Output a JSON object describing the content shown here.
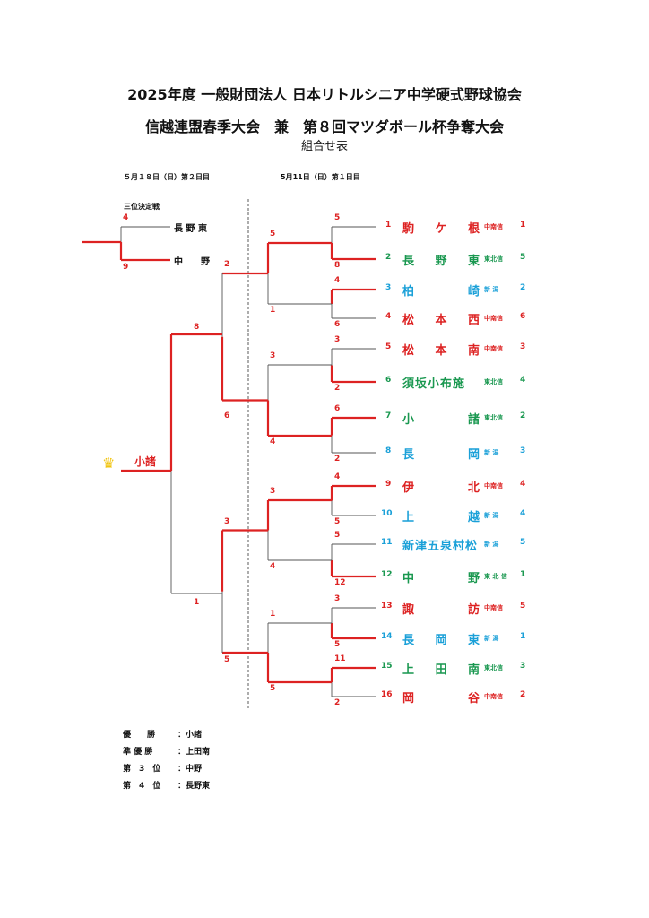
{
  "header": {
    "line1": "2025年度 一般財団法人 日本リトルシニア中学硬式野球協会",
    "line2": "信越連盟春季大会　兼　第８回マツダボール杯争奪大会",
    "subtitle": "組合せ表"
  },
  "days": {
    "day2": "５月１８日（日）第２日目",
    "day1": "5月11日（日）第１日目"
  },
  "third_place": {
    "label": "三位決定戦",
    "team_a": "長 野 東",
    "team_b": "中　　野",
    "score_a": "4",
    "score_b": "9"
  },
  "teams": [
    {
      "no": "1",
      "name": [
        "駒",
        "ケ",
        "根"
      ],
      "league": "中南信",
      "rank": "1",
      "color": "red"
    },
    {
      "no": "2",
      "name": [
        "長",
        "野",
        "東"
      ],
      "league": "東北信",
      "rank": "5",
      "color": "green"
    },
    {
      "no": "3",
      "name": [
        "柏",
        "",
        "崎"
      ],
      "league": "新 潟",
      "rank": "2",
      "color": "blue"
    },
    {
      "no": "4",
      "name": [
        "松",
        "本",
        "西"
      ],
      "league": "中南信",
      "rank": "6",
      "color": "red"
    },
    {
      "no": "5",
      "name": [
        "松",
        "本",
        "南"
      ],
      "league": "中南信",
      "rank": "3",
      "color": "red"
    },
    {
      "no": "6",
      "name": [
        "須坂小布施"
      ],
      "league": "東北信",
      "rank": "4",
      "color": "green"
    },
    {
      "no": "7",
      "name": [
        "小",
        "",
        "諸"
      ],
      "league": "東北信",
      "rank": "2",
      "color": "green"
    },
    {
      "no": "8",
      "name": [
        "長",
        "",
        "岡"
      ],
      "league": "新 潟",
      "rank": "3",
      "color": "blue"
    },
    {
      "no": "9",
      "name": [
        "伊",
        "",
        "北"
      ],
      "league": "中南信",
      "rank": "4",
      "color": "red"
    },
    {
      "no": "10",
      "name": [
        "上",
        "",
        "越"
      ],
      "league": "新 潟",
      "rank": "4",
      "color": "blue"
    },
    {
      "no": "11",
      "name": [
        "新津五泉村松"
      ],
      "league": "新 潟",
      "rank": "5",
      "color": "blue"
    },
    {
      "no": "12",
      "name": [
        "中",
        "",
        "野"
      ],
      "league": "東 北 信",
      "rank": "1",
      "color": "green"
    },
    {
      "no": "13",
      "name": [
        "諏",
        "",
        "訪"
      ],
      "league": "中南信",
      "rank": "5",
      "color": "red"
    },
    {
      "no": "14",
      "name": [
        "長",
        "岡",
        "東"
      ],
      "league": "新 潟",
      "rank": "1",
      "color": "blue"
    },
    {
      "no": "15",
      "name": [
        "上",
        "田",
        "南"
      ],
      "league": "東北信",
      "rank": "3",
      "color": "green"
    },
    {
      "no": "16",
      "name": [
        "岡",
        "",
        "谷"
      ],
      "league": "中南信",
      "rank": "2",
      "color": "red"
    }
  ],
  "scores": {
    "r1": [
      "5",
      "8",
      "4",
      "6",
      "3",
      "2",
      "6",
      "2",
      "4",
      "5",
      "5",
      "12",
      "3",
      "5",
      "11",
      "2"
    ],
    "r2": [
      "5",
      "1",
      "3",
      "4",
      "3",
      "4",
      "1",
      "5"
    ],
    "sf": [
      "2",
      "6",
      "3",
      "5"
    ],
    "final": [
      "8",
      "1"
    ]
  },
  "champion": "小諸",
  "results": [
    {
      "label": "優　　勝",
      "value": "：小諸"
    },
    {
      "label": "準 優 勝",
      "value": "：上田南"
    },
    {
      "label": "第　3　位",
      "value": "：中野"
    },
    {
      "label": "第　4　位",
      "value": "：長野東"
    }
  ],
  "colors": {
    "winner_line": "#dd2222",
    "loser_line": "#555555",
    "red": "#dd2222",
    "green": "#1a9850",
    "blue": "#1aa0d8"
  },
  "icons": {
    "champion": "crown-icon"
  }
}
